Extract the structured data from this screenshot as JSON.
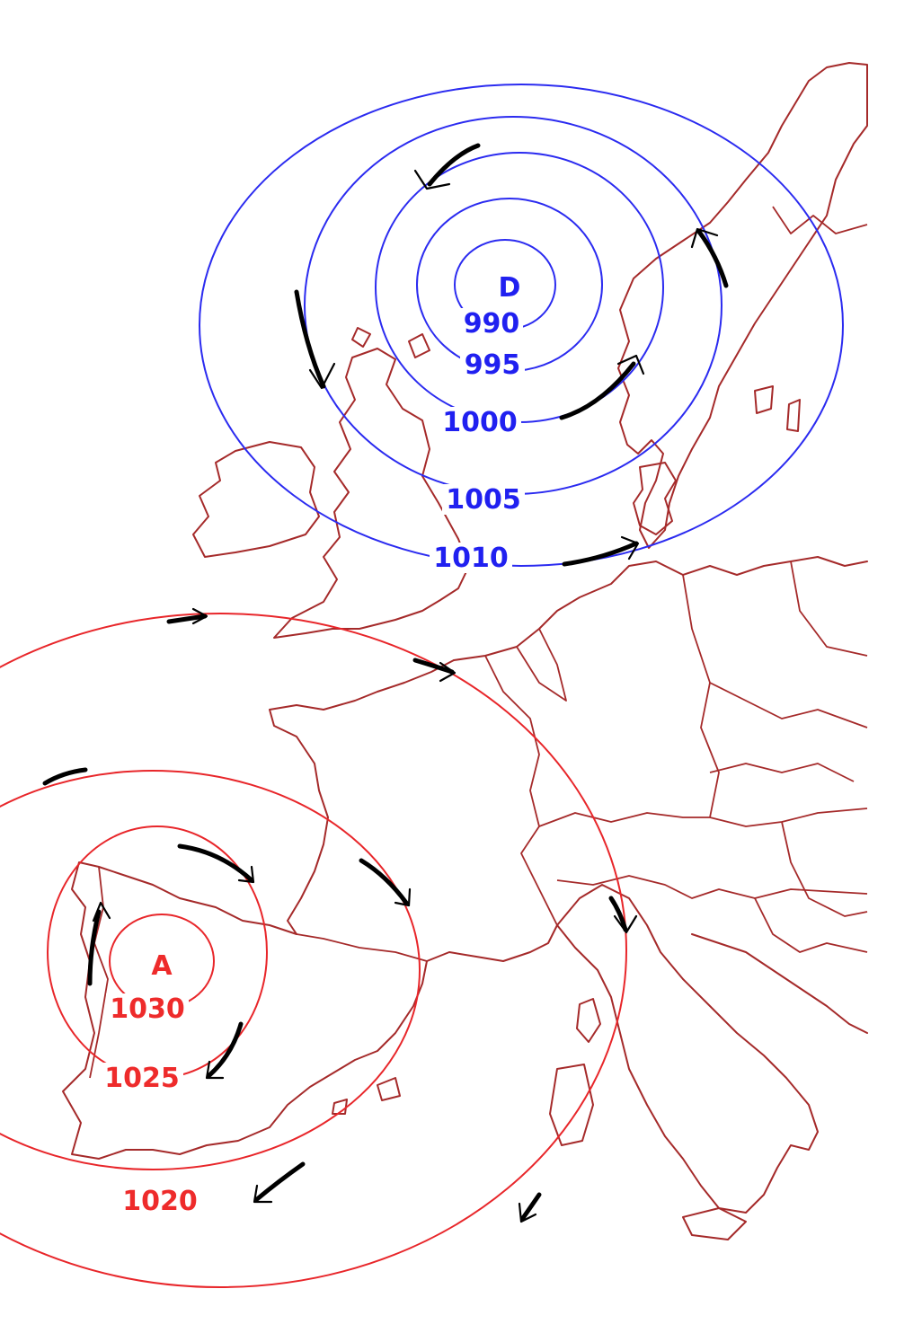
{
  "low": {
    "center_label": "D",
    "color": "#2020f0",
    "isobars": [
      "990",
      "995",
      "1000",
      "1005",
      "1010"
    ]
  },
  "high": {
    "center_label": "A",
    "color": "#ee2b2b",
    "isobars": [
      "1030",
      "1025",
      "1020"
    ]
  },
  "coastline_color": "#a52a2a",
  "arrow_color": "#000000"
}
